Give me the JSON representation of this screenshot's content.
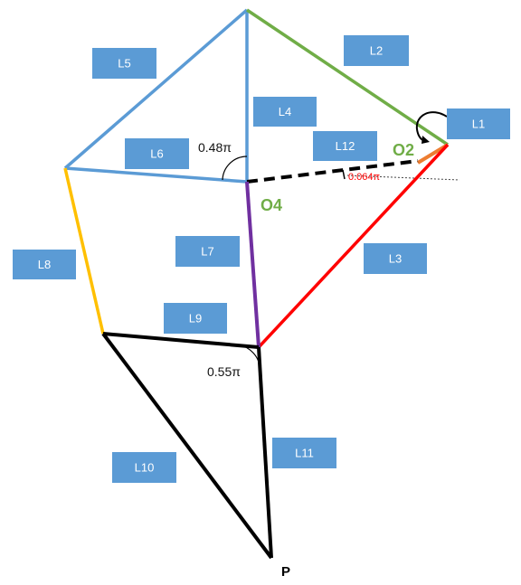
{
  "links": [
    {
      "label": "L1",
      "color": "#ED7D31"
    },
    {
      "label": "L2",
      "color": "#70AD47"
    },
    {
      "label": "L3",
      "color": "#FF0000"
    },
    {
      "label": "L4",
      "color": "#5B9BD5"
    },
    {
      "label": "L5",
      "color": "#5B9BD5"
    },
    {
      "label": "L6",
      "color": "#5B9BD5"
    },
    {
      "label": "L7",
      "color": "#7030A0"
    },
    {
      "label": "L8",
      "color": "#FFC000"
    },
    {
      "label": "L9",
      "color": "#000000"
    },
    {
      "label": "L10",
      "color": "#000000"
    },
    {
      "label": "L11",
      "color": "#000000"
    },
    {
      "label": "L12",
      "color": "#000000"
    }
  ],
  "angles": {
    "angle_top": "0.48π",
    "angle_bottom": "0.55π",
    "angle_ground": "0.064π"
  },
  "joints": {
    "o2": "O2",
    "o4": "O4",
    "p": "P"
  },
  "colors": {
    "label_box": "#5B9BD5",
    "joint_green": "#70AD47",
    "ground_angle_red": "#FF0000"
  }
}
